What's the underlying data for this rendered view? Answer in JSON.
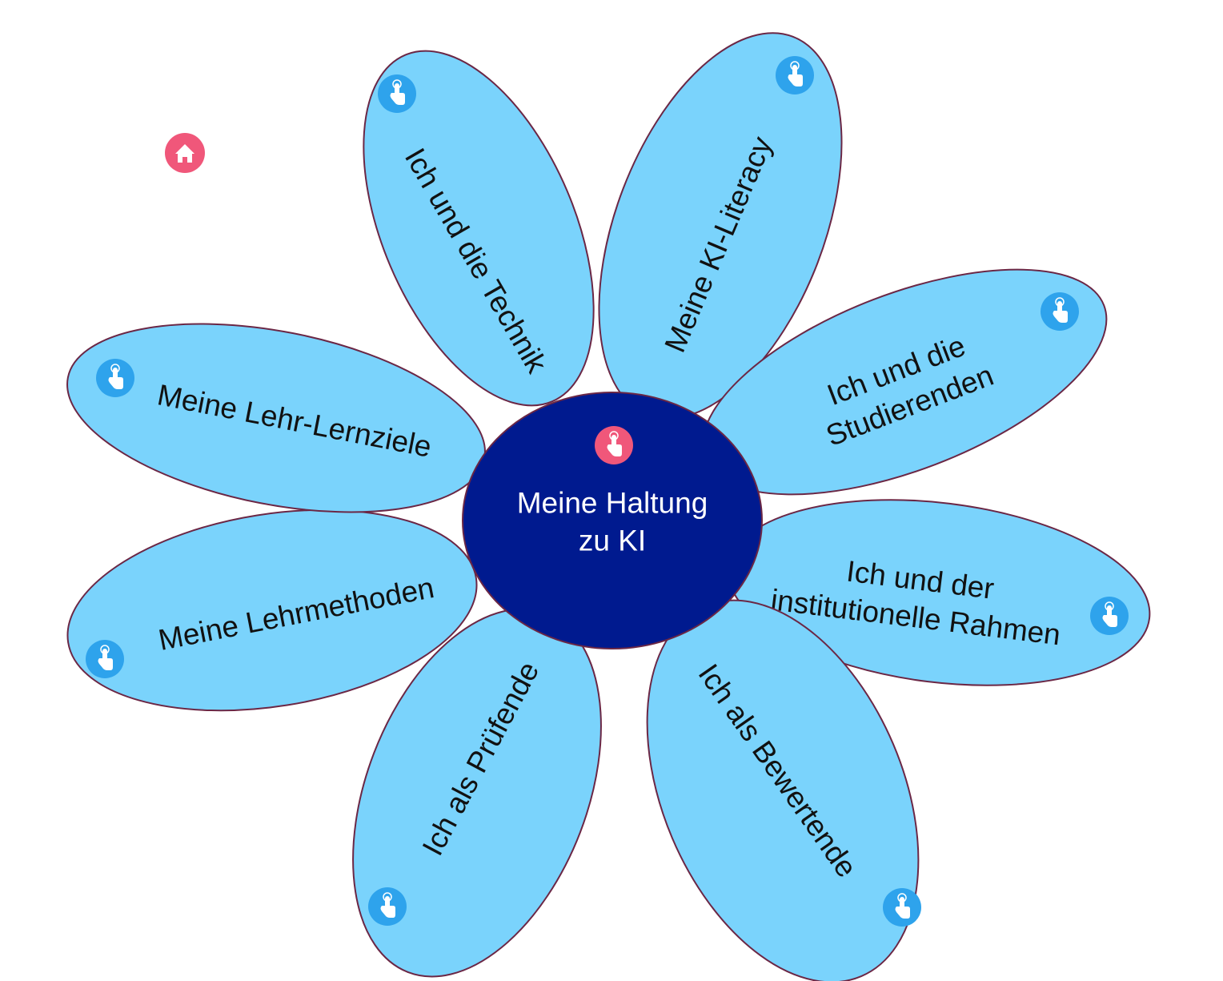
{
  "center": {
    "lines": [
      "Meine Haltung",
      "zu KI"
    ],
    "icon": "pointing-hand-icon"
  },
  "home": {
    "icon": "home-icon"
  },
  "petals": [
    {
      "id": "technik",
      "lines": [
        "Ich und die Technik"
      ],
      "icon": "pointing-hand-icon"
    },
    {
      "id": "ki-literacy",
      "lines": [
        "Meine KI-Literacy"
      ],
      "icon": "pointing-hand-icon"
    },
    {
      "id": "studierende",
      "lines": [
        "Ich und die",
        "Studierenden"
      ],
      "icon": "pointing-hand-icon"
    },
    {
      "id": "rahmen",
      "lines": [
        "Ich und der",
        "institutionelle Rahmen"
      ],
      "icon": "pointing-hand-icon"
    },
    {
      "id": "bewertende",
      "lines": [
        "Ich als Bewertende"
      ],
      "icon": "pointing-hand-icon"
    },
    {
      "id": "pruefende",
      "lines": [
        "Ich als Prüfende"
      ],
      "icon": "pointing-hand-icon"
    },
    {
      "id": "lehrmethoden",
      "lines": [
        "Meine Lehrmethoden"
      ],
      "icon": "pointing-hand-icon"
    },
    {
      "id": "lehr-lernziele",
      "lines": [
        "Meine Lehr-Lernziele"
      ],
      "icon": "pointing-hand-icon"
    }
  ],
  "colors": {
    "petal_fill": "#7ad3fc",
    "petal_stroke": "#6b2745",
    "center_fill": "#001a8f",
    "petal_button": "#2ea3ec",
    "accent_button": "#f0577a",
    "icon_white": "#ffffff"
  }
}
